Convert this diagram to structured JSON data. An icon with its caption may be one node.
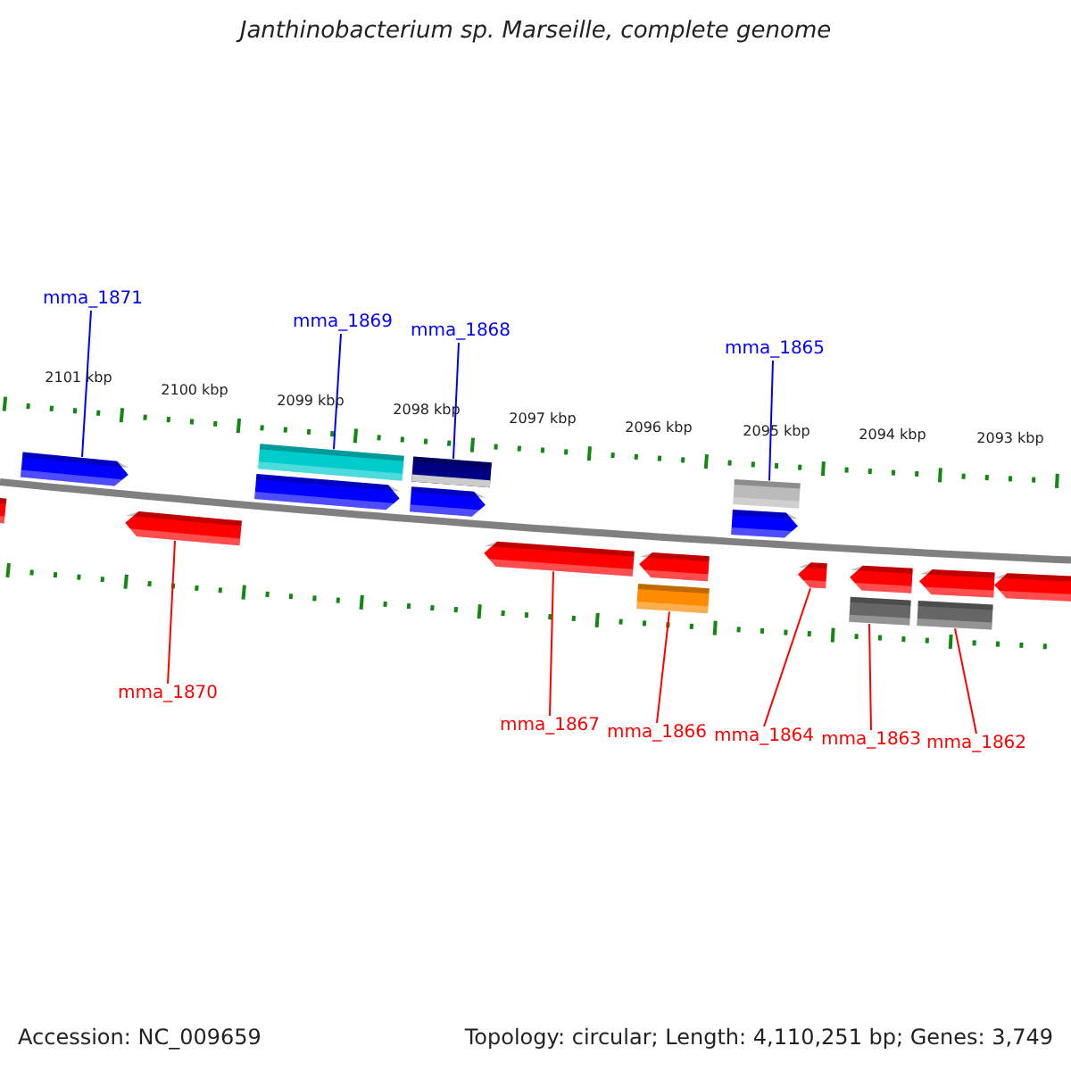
{
  "diagram": {
    "title": "Janthinobacterium sp. Marseille, complete genome",
    "nodes": [
      {
        "text": [
          "mma_1871"
        ]
      },
      {
        "text": [
          "mma_1869"
        ]
      },
      {
        "text": [
          "mma_1868"
        ]
      },
      {
        "text": [
          "mma_1865"
        ]
      },
      {
        "text": [
          "mma_1870"
        ]
      },
      {
        "text": [
          "mma_1867"
        ]
      },
      {
        "text": [
          "mma_1866"
        ]
      },
      {
        "text": [
          "mma_1864"
        ]
      },
      {
        "text": [
          "mma_1863"
        ]
      },
      {
        "text": [
          "mma_1862"
        ]
      },
      {
        "text": [],
        "shape": "arrow"
      },
      {
        "text": [],
        "shape": "box"
      },
      {
        "text": [],
        "shape": "box"
      },
      {
        "text": [],
        "shape": "box"
      },
      {
        "text": [],
        "shape": "arrow"
      },
      {
        "text": [],
        "shape": "arrow"
      },
      {
        "text": [],
        "shape": "box"
      },
      {
        "text": [],
        "shape": "arrow"
      },
      {
        "text": [],
        "shape": "box"
      },
      {
        "text": [],
        "shape": "box"
      }
    ],
    "edges": [
      {
        "from": 0,
        "to": 10,
        "arrow": "none",
        "color": "#0000ff"
      },
      {
        "from": 1,
        "to": 11,
        "arrow": "none",
        "color": "#0000ff"
      },
      {
        "from": 2,
        "to": 12,
        "arrow": "none",
        "color": "#0000ff"
      },
      {
        "from": 3,
        "to": 13,
        "arrow": "none",
        "color": "#0000ff"
      },
      {
        "from": 4,
        "to": 14,
        "arrow": "none"
      },
      {
        "from": 5,
        "to": 15,
        "arrow": "none"
      },
      {
        "from": 6,
        "to": 16,
        "arrow": "none"
      },
      {
        "from": 7,
        "to": 17,
        "arrow": "none"
      },
      {
        "from": 8,
        "to": 18,
        "arrow": "none"
      },
      {
        "from": 9,
        "to": 19,
        "arrow": "none"
      }
    ],
    "labels": [
      "2101 kbp",
      "2100 kbp",
      "2099 kbp",
      "2098 kbp",
      "2097 kbp",
      "2096 kbp",
      "2095 kbp",
      "2094 kbp",
      "2093 kbp",
      "Accession: NC_009659",
      "Topology: circular; Length: 4,110,251 bp; Genes: 3,749"
    ]
  }
}
